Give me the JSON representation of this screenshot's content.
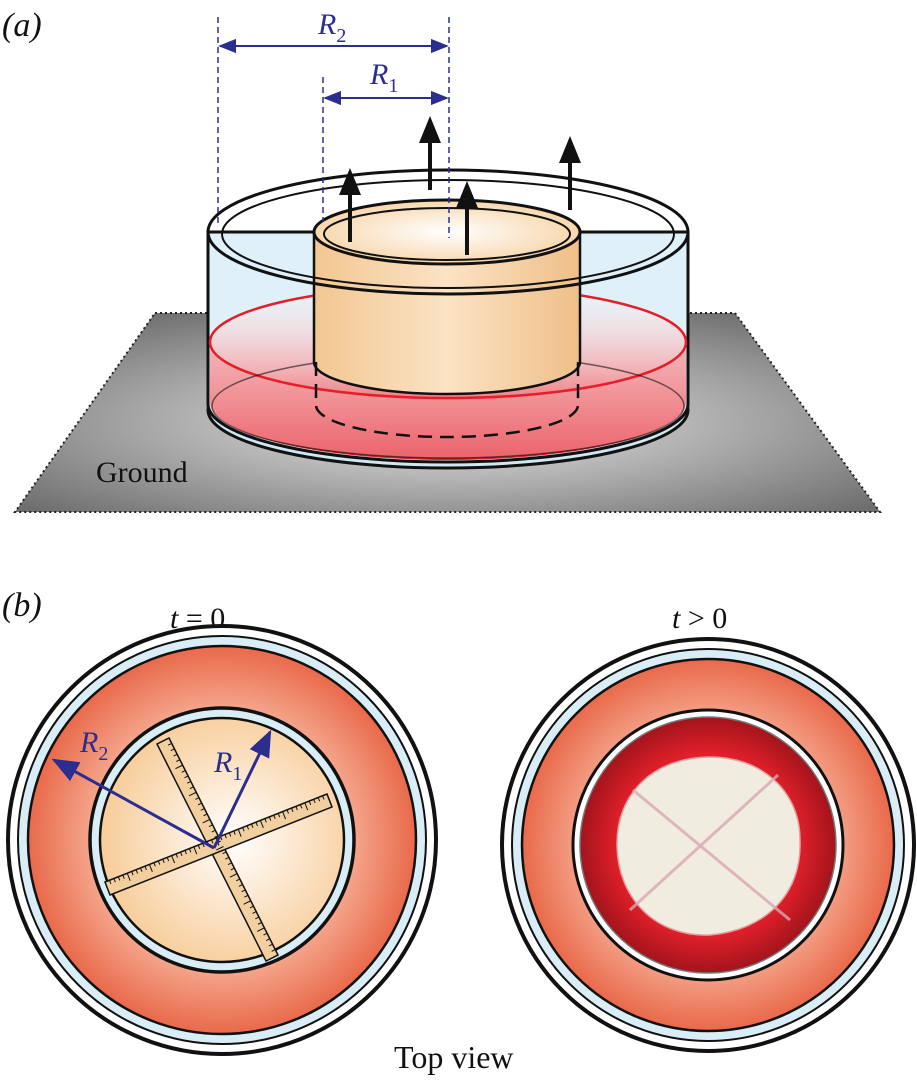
{
  "panel_a": {
    "label": "(a)",
    "ground_label": "Ground",
    "r2_label": {
      "letter": "R",
      "sub": "2"
    },
    "r1_label": {
      "letter": "R",
      "sub": "1"
    }
  },
  "panel_b": {
    "label": "(b)",
    "left_title": {
      "var": "t",
      "rest": " = 0"
    },
    "right_title": {
      "var": "t",
      "rest": " > 0"
    },
    "r2_label": {
      "letter": "R",
      "sub": "2"
    },
    "r1_label": {
      "letter": "R",
      "sub": "1"
    },
    "footer": "Top view"
  },
  "colors": {
    "annotation_blue": "#2b2e8e",
    "water_blue": "#d9eef7",
    "dye_red": "#e3202a",
    "fluid_orange": "#f08a6a",
    "inner_cylinder": "#f7d2a6",
    "ground_gray": "#9a9a9a"
  }
}
